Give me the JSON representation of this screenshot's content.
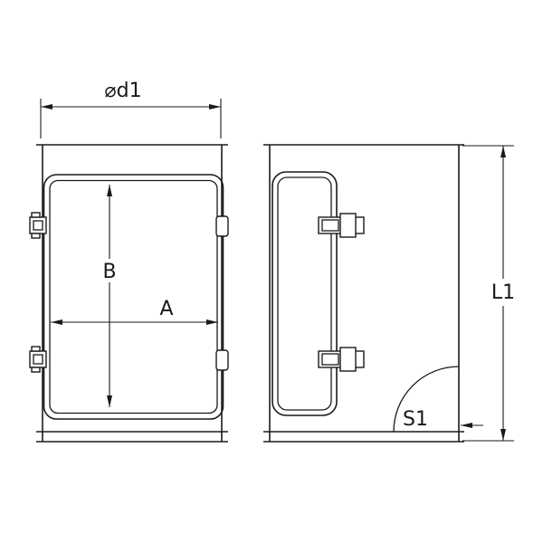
{
  "page": {
    "background": "#ffffff"
  },
  "drawing": {
    "line_color": "#1a1a1a",
    "labels": {
      "d1": "⌀d1",
      "B": "B",
      "A": "A",
      "L1": "L1",
      "S1": "S1"
    }
  }
}
